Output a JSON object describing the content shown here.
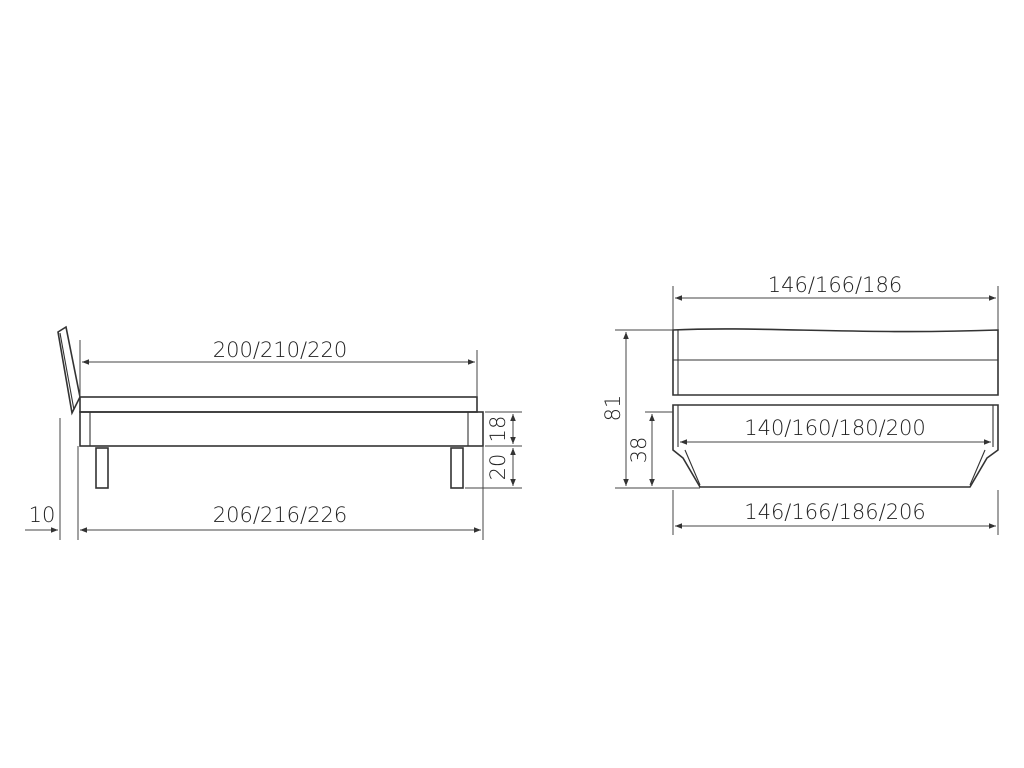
{
  "side_view": {
    "inner_length": "200/210/220",
    "outer_length": "206/216/226",
    "frame_height": "18",
    "leg_height": "20",
    "headboard_offset": "10"
  },
  "front_view": {
    "top_width": "146/166/186",
    "total_height": "81",
    "frame_height": "38",
    "mattress_width": "140/160/180/200",
    "bottom_width": "146/166/186/206"
  }
}
